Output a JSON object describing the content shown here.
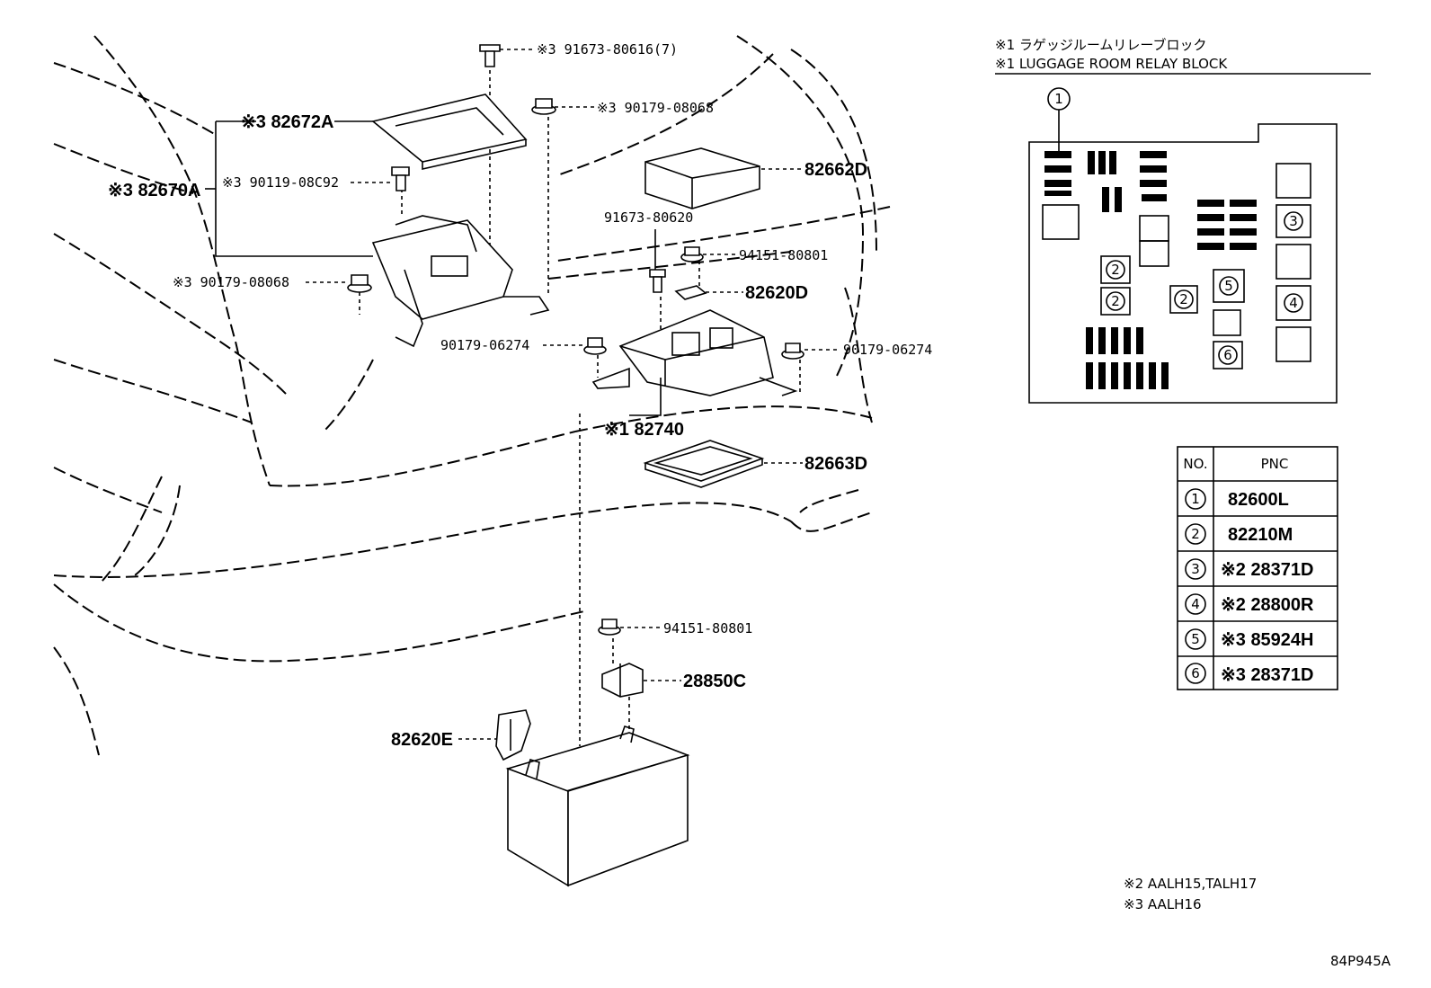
{
  "callouts": {
    "c1": "※3 91673-80616(7)",
    "c2": "※3 90179-08068",
    "c3": "※3 82672A",
    "c4": "※3 90119-08C92",
    "c5": "※3 82670A",
    "c6": "※3 90179-08068",
    "c7": "82662D",
    "c8": "91673-80620",
    "c9": "94151-80801",
    "c10": "82620D",
    "c11": "90179-06274",
    "c12": "90179-06274",
    "c13": "※1 82740",
    "c14": "82663D",
    "c15": "94151-80801",
    "c16": "28850C",
    "c17": "82620E"
  },
  "relay_block": {
    "title_jp": "※1 ラゲッジルームリレーブロック",
    "title_en": "※1 LUGGAGE ROOM RELAY BLOCK",
    "markers": [
      "1",
      "2",
      "2",
      "2",
      "3",
      "4",
      "5",
      "6"
    ]
  },
  "pnc_table": {
    "headers": [
      "NO.",
      "PNC"
    ],
    "rows": [
      {
        "no": "1",
        "pnc": "82600L"
      },
      {
        "no": "2",
        "pnc": "82210M"
      },
      {
        "no": "3",
        "pnc": "※2 28371D"
      },
      {
        "no": "4",
        "pnc": "※2 28800R"
      },
      {
        "no": "5",
        "pnc": "※3 85924H"
      },
      {
        "no": "6",
        "pnc": "※3 28371D"
      }
    ]
  },
  "notes": [
    "※2 AALH15,TALH17",
    "※3 AALH16"
  ],
  "figure_id": "84P945A"
}
